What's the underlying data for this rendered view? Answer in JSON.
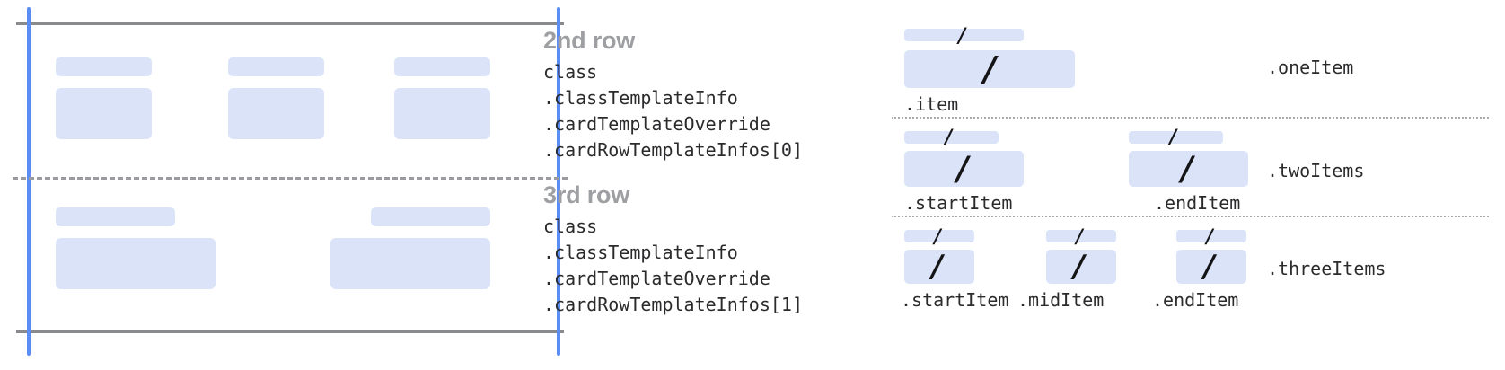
{
  "colors": {
    "placeholder_fill": "#dbe3f9",
    "guide_blue": "#5b8df6",
    "guide_gray": "#898a8d",
    "dashed_gray": "#9a9b9e",
    "dotted_gray": "#a9aaae",
    "title_gray": "#9e9fa2",
    "code_text": "#2b2b2d",
    "slash_mark": "#141416",
    "background": "#ffffff"
  },
  "card_preview": {
    "name": "card-row-preview",
    "rows": [
      {
        "id": "row-2-preview",
        "columns": [
          {
            "label_bar": true,
            "content_box": true
          },
          {
            "label_bar": true,
            "content_box": true
          },
          {
            "label_bar": true,
            "content_box": true
          }
        ]
      },
      {
        "id": "row-3-preview",
        "columns": [
          {
            "label_bar": true,
            "content_box": true
          },
          {
            "label_bar": true,
            "content_box": true
          }
        ]
      }
    ]
  },
  "descriptions": [
    {
      "title": "2nd row",
      "code_lines": [
        "class",
        ".classTemplateInfo",
        ".cardTemplateOverride",
        ".cardRowTemplateInfos[0]"
      ]
    },
    {
      "title": "3rd row",
      "code_lines": [
        "class",
        ".classTemplateInfo",
        ".cardTemplateOverride",
        ".cardRowTemplateInfos[1]"
      ]
    }
  ],
  "item_groups": [
    {
      "group_label": ".oneItem",
      "slots": [
        {
          "label": ".item",
          "slash": "/"
        }
      ]
    },
    {
      "group_label": ".twoItems",
      "slots": [
        {
          "label": ".startItem",
          "slash": "/"
        },
        {
          "label": ".endItem",
          "slash": "/"
        }
      ]
    },
    {
      "group_label": ".threeItems",
      "slots": [
        {
          "label": ".startItem",
          "slash": "/"
        },
        {
          "label": ".midItem",
          "slash": "/"
        },
        {
          "label": ".endItem",
          "slash": "/"
        }
      ]
    }
  ]
}
